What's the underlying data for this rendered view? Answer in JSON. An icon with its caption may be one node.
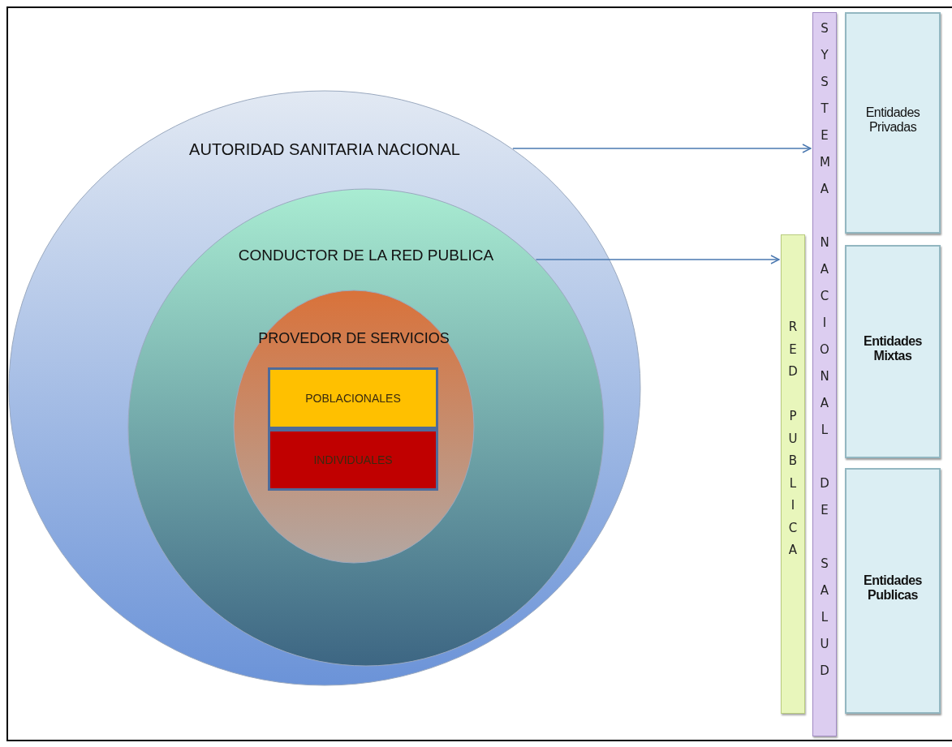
{
  "diagram": {
    "nodes": [
      {
        "text": [
          "AUTORIDAD SANITARIA NACIONAL"
        ]
      },
      {
        "text": [
          "CONDUCTOR DE LA RED PUBLICA"
        ],
        "in": 0
      },
      {
        "text": [
          "PROVEDOR DE SERVICIOS"
        ],
        "in": 1
      },
      {
        "text": [
          "POBLACIONALES"
        ],
        "in": 2
      },
      {
        "text": [
          "INDIVIDUALES"
        ],
        "in": 2
      },
      {
        "text": [
          "SYSTEMA NACIONAL DE SALUD"
        ]
      },
      {
        "text": [
          "Entidades Privadas"
        ]
      },
      {
        "text": [
          "RED PUBLICA"
        ]
      },
      {
        "text": [
          "Entidades Mixtas"
        ]
      },
      {
        "text": [
          "Entidades Publicas"
        ]
      }
    ],
    "edges": [
      {
        "from": 0,
        "to": 5,
        "arrow": "to"
      },
      {
        "from": 1,
        "to": 7,
        "arrow": "to"
      }
    ]
  }
}
